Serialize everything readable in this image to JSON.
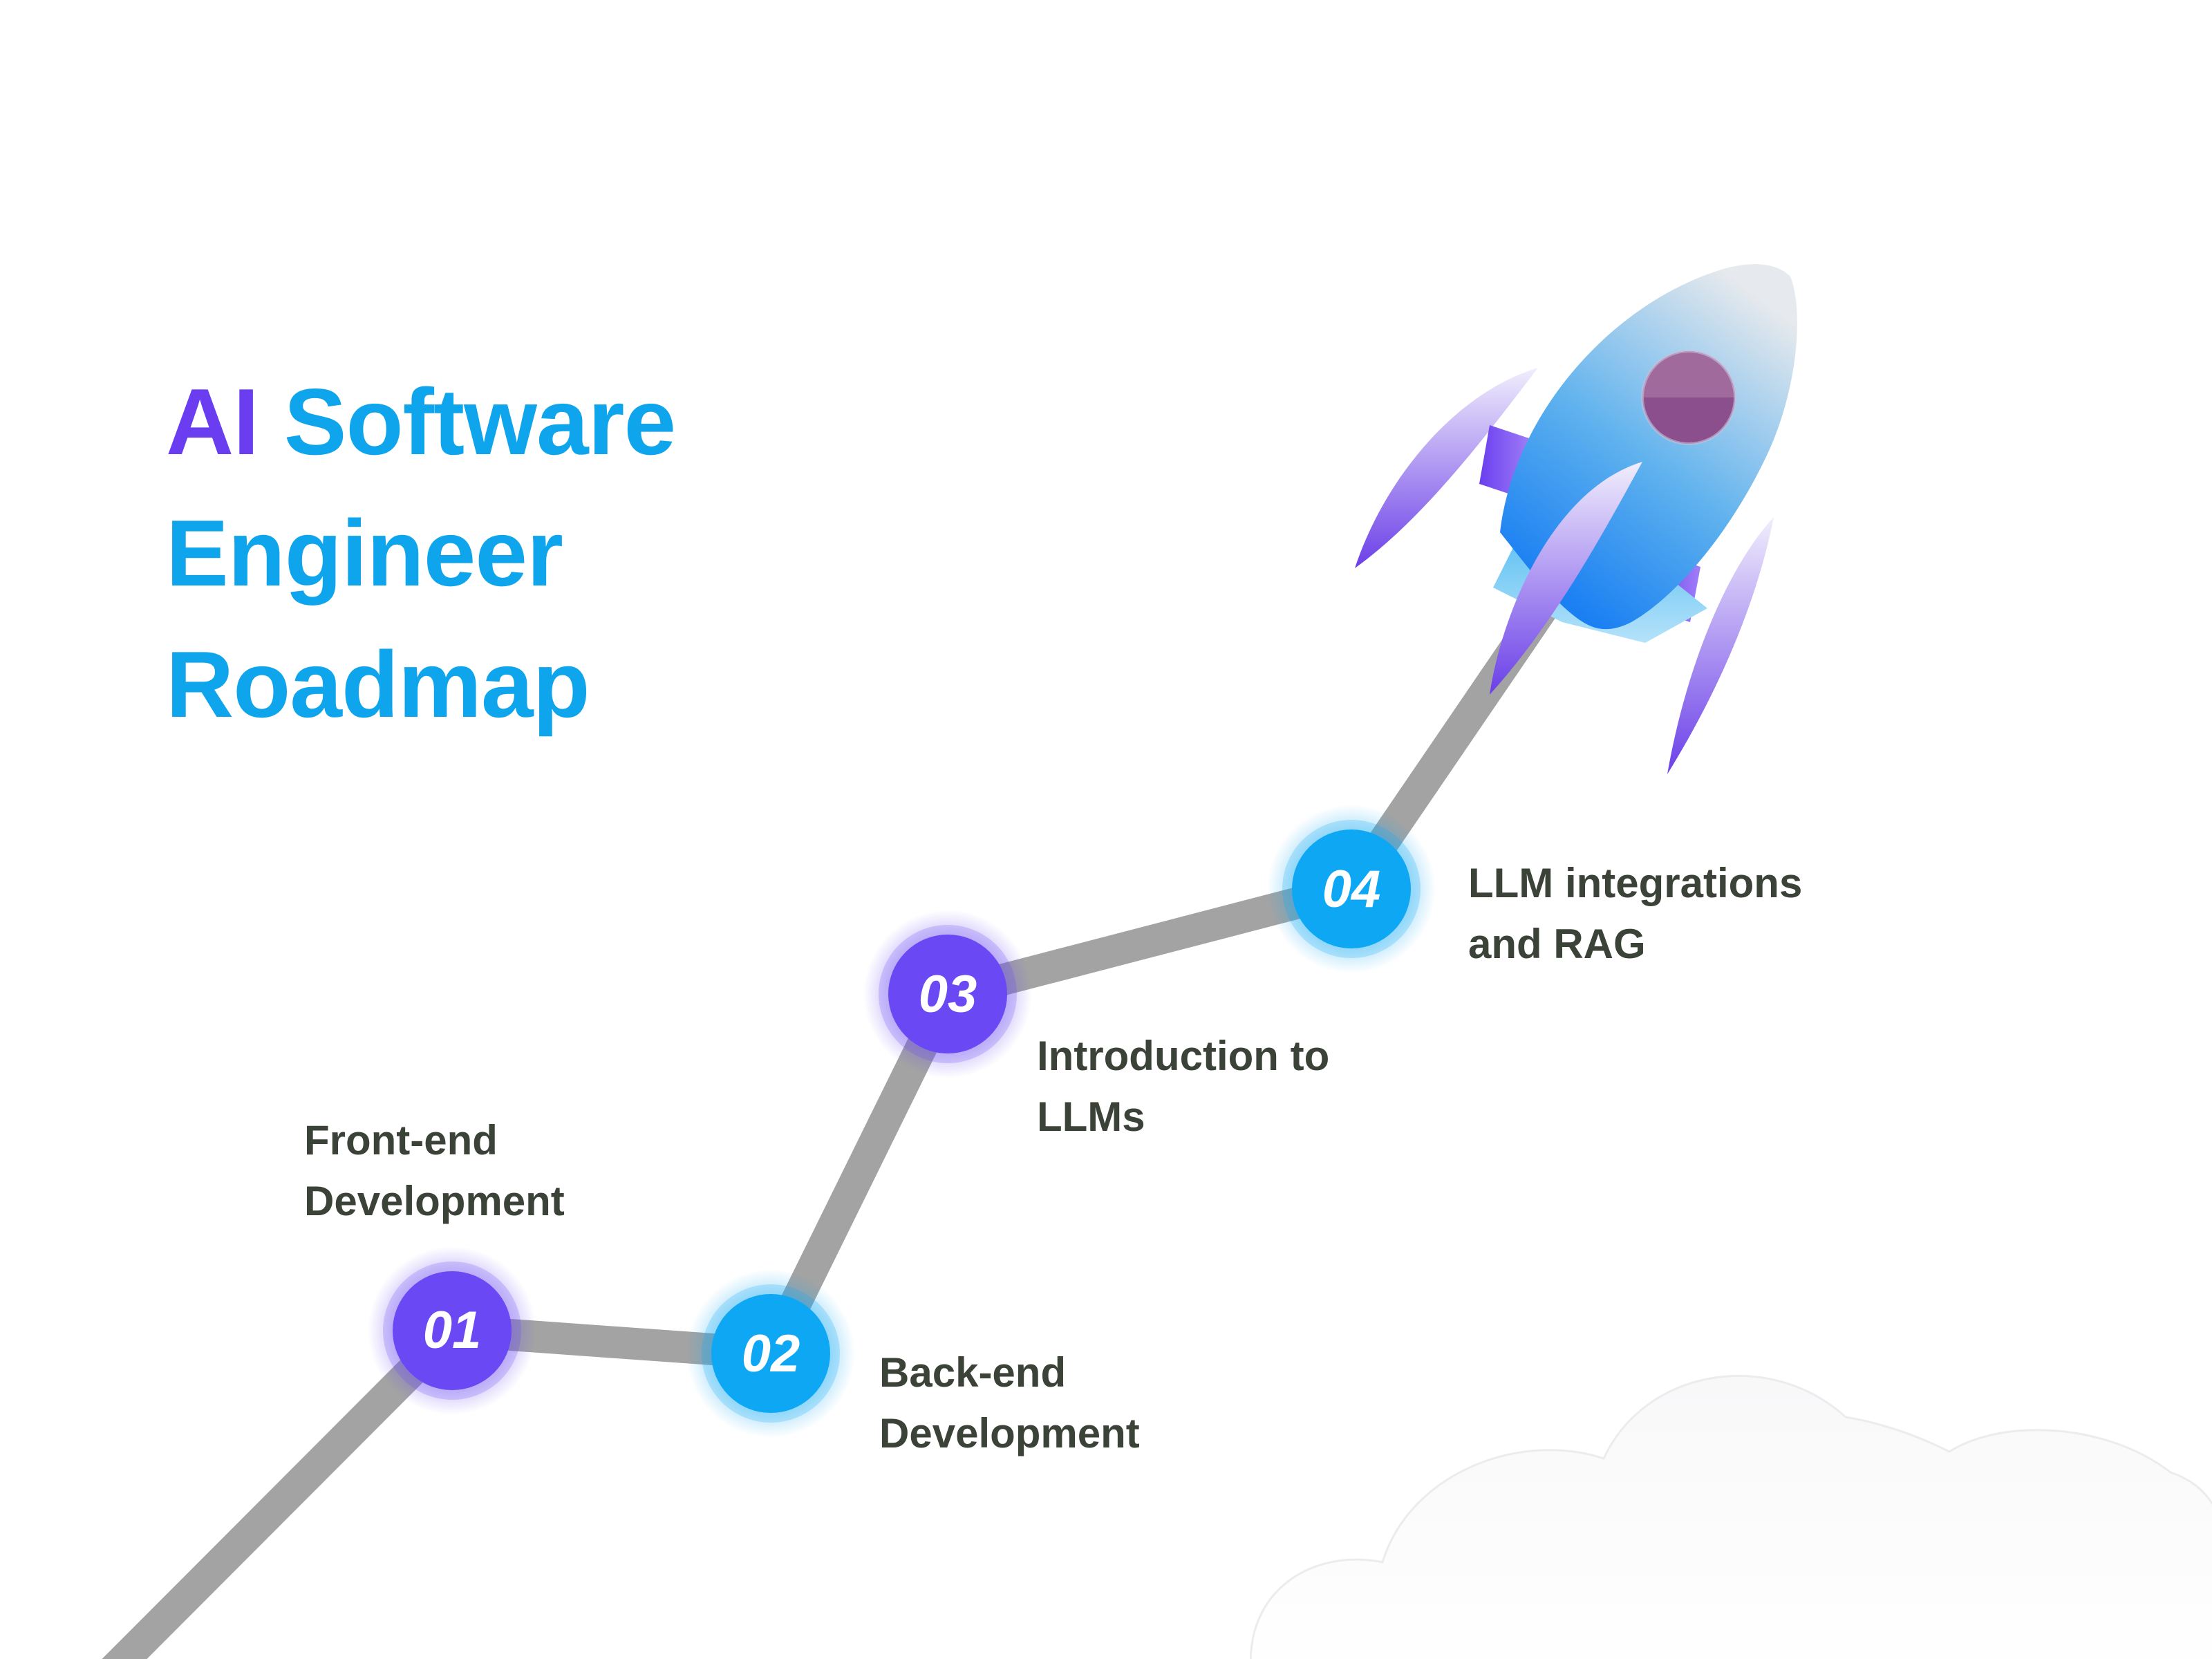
{
  "title": {
    "accent": "AI",
    "line1_rest": "Software",
    "line2": "Engineer",
    "line3": "Roadmap"
  },
  "steps": [
    {
      "number": "01",
      "line1": "Front-end",
      "line2": "Development",
      "color": "#6a48f3"
    },
    {
      "number": "02",
      "line1": "Back-end",
      "line2": "Development",
      "color": "#0ea7f4"
    },
    {
      "number": "03",
      "line1": "Introduction to",
      "line2": "LLMs",
      "color": "#6a48f3"
    },
    {
      "number": "04",
      "line1": "LLM integrations",
      "line2": "and RAG",
      "color": "#0ea7f4"
    }
  ],
  "colors": {
    "accent_purple": "#6a3ef0",
    "accent_blue": "#0ea5ec",
    "path_gray": "#a3a3a3",
    "label_text": "#3b4238"
  },
  "icons": [
    "rocket-icon",
    "cloud-icon"
  ]
}
